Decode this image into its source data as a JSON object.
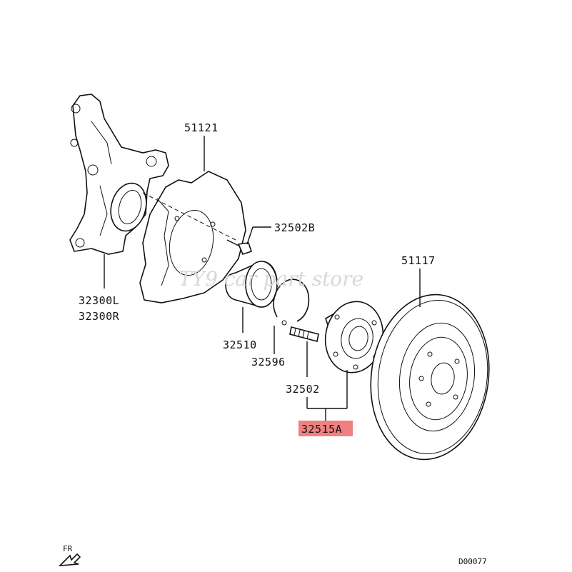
{
  "labels": {
    "p51121": "51121",
    "p32502B": "32502B",
    "p32300L": "32300L",
    "p32300R": "32300R",
    "p51117": "51117",
    "p32510": "32510",
    "p32596": "32596",
    "p32502": "32502",
    "p32515A": "32515A"
  },
  "highlight_color": "#f08080",
  "watermark": "TY9 car part store",
  "direction": "FR",
  "diagram_code": "D00077"
}
